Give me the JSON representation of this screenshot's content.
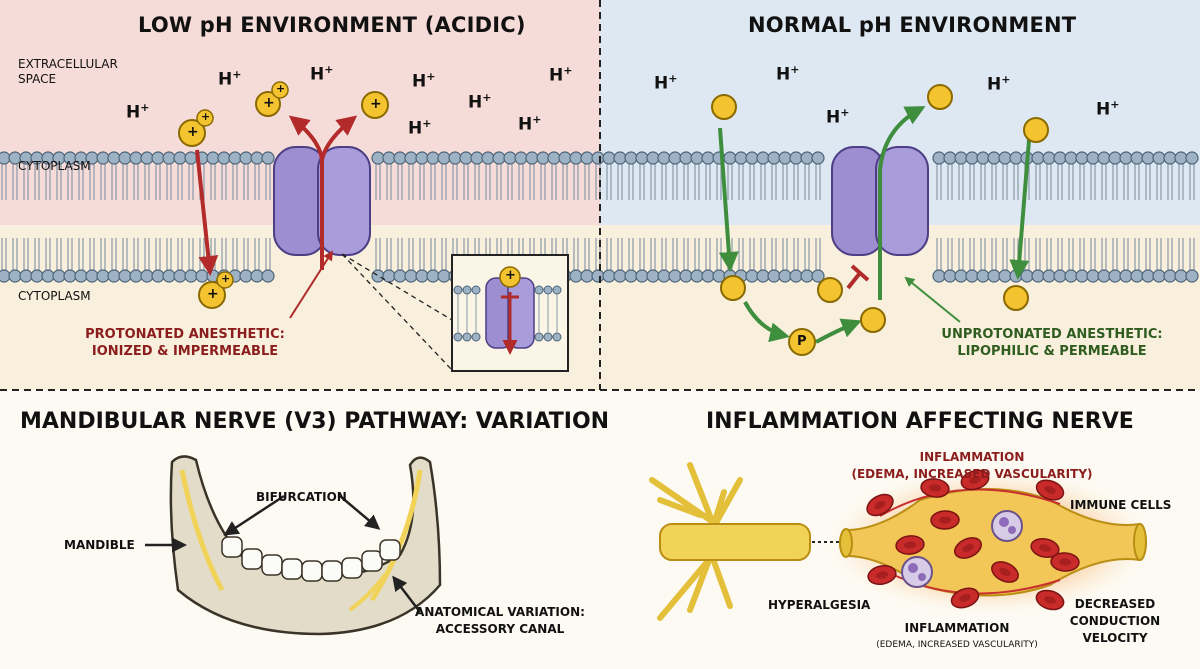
{
  "panels": {
    "low_ph": {
      "title": "LOW pH ENVIRONMENT (ACIDIC)",
      "extracellular_label": "EXTRACELLULAR\nSPACE",
      "cytoplasm_top": "CYTOPLASM",
      "cytoplasm_bottom": "CYTOPLASM",
      "caption_line1": "PROTONATED ANESTHETIC:",
      "caption_line2": "IONIZED & IMPERMEABLE"
    },
    "normal_ph": {
      "title": "NORMAL pH ENVIRONMENT",
      "caption_line1": "UNPROTONATED ANESTHETIC:",
      "caption_line2": "LIPOPHILIC & PERMEABLE"
    },
    "mandibular": {
      "title": "MANDIBULAR NERVE (V3) PATHWAY: VARIATION",
      "bifurcation": "BIFURCATION",
      "mandible": "MANDIBLE",
      "variation_line1": "ANATOMICAL VARIATION:",
      "variation_line2": "ACCESSORY CANAL"
    },
    "inflammation": {
      "title": "INFLAMMATION AFFECTING NERVE",
      "top_line1": "INFLAMMATION",
      "top_line2": "(EDEMA, INCREASED VASCULARITY)",
      "immune_cells": "IMMUNE CELLS",
      "hyperalgesia": "HYPERALGESIA",
      "bottom_line1": "INFLAMMATION",
      "bottom_line2": "(EDEMA, INCREASED VASCULARITY)",
      "decreased_line1": "DECREASED",
      "decreased_line2": "CONDUCTION",
      "decreased_line3": "VELOCITY"
    }
  },
  "symbols": {
    "proton": "H",
    "charge": "+",
    "phosphate": "P"
  },
  "colors": {
    "acidic_bg": "#f6dcd9",
    "normal_bg": "#dde8f3",
    "cytoplasm_bg": "#f8efdc",
    "channel": "#9c8ed0",
    "molecule": "#f4c430",
    "red_arrow": "#b22a2a",
    "green_arrow": "#3e8e3e",
    "nerve": "#f2d35a"
  }
}
